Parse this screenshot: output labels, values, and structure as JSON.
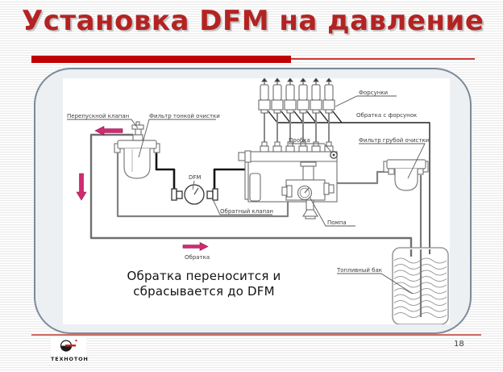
{
  "slide": {
    "title": "Установка DFM на давление",
    "page_number": "18",
    "logo_text": "ТЕХНОТОН",
    "caption_line1": "Обратка переносится и",
    "caption_line2": "сбрасывается до DFM"
  },
  "diagram": {
    "labels": {
      "bypass_valve": "Перепускной клапан",
      "fine_filter": "Фильтр тонкой очистки",
      "injectors": "Форсунки",
      "return_from_injectors": "Обратка с форсунок",
      "plug": "Пробка",
      "coarse_filter": "Фильтр грубой очистки",
      "dfm": "DFM",
      "check_valve": "Обратный клапан",
      "pump": "Помпа",
      "return_flow": "Обратка",
      "fuel_tank": "Топливный бак"
    }
  },
  "colors": {
    "title_red": "#b32322",
    "bar_red": "#c10000",
    "accent_pink": "#d02a72",
    "panel_border": "#7b8b9a",
    "footer_line": "#cf6e66",
    "logo_red": "#cc1f1f"
  }
}
